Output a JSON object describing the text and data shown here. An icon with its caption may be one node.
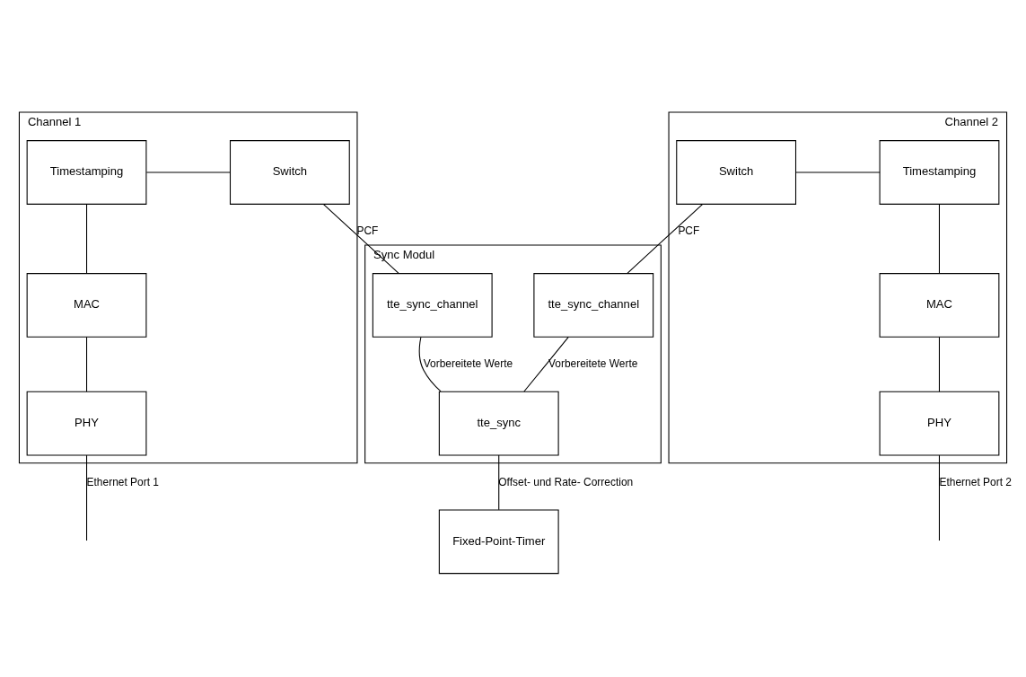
{
  "diagram": {
    "nodes": [
      {
        "text": [
          "Channel 1"
        ]
      },
      {
        "text": [
          "Timestamping"
        ],
        "in": 0
      },
      {
        "text": [
          "Switch"
        ],
        "in": 0
      },
      {
        "text": [
          "MAC"
        ],
        "in": 0
      },
      {
        "text": [
          "PHY"
        ],
        "in": 0
      },
      {
        "text": [
          "Channel 2"
        ]
      },
      {
        "text": [
          "Switch"
        ],
        "in": 5
      },
      {
        "text": [
          "Timestamping"
        ],
        "in": 5
      },
      {
        "text": [
          "MAC"
        ],
        "in": 5
      },
      {
        "text": [
          "PHY"
        ],
        "in": 5
      },
      {
        "text": [
          "Sync Modul"
        ]
      },
      {
        "text": [
          "tte_sync_channel"
        ],
        "in": 10
      },
      {
        "text": [
          "tte_sync_channel"
        ],
        "in": 10
      },
      {
        "text": [
          "tte_sync"
        ],
        "in": 10
      },
      {
        "text": [
          "Fixed-Point-Timer"
        ]
      }
    ],
    "edges": [
      {
        "from": 1,
        "to": 2,
        "arrow": "none"
      },
      {
        "from": 1,
        "to": 3,
        "arrow": "none"
      },
      {
        "from": 3,
        "to": 4,
        "arrow": "none"
      },
      {
        "from": 4,
        "to": null,
        "arrow": "none",
        "label": "Ethernet Port 1"
      },
      {
        "from": 2,
        "to": 11,
        "arrow": "none",
        "label": "PCF"
      },
      {
        "from": 6,
        "to": 7,
        "arrow": "none"
      },
      {
        "from": 7,
        "to": 8,
        "arrow": "none"
      },
      {
        "from": 8,
        "to": 9,
        "arrow": "none"
      },
      {
        "from": 9,
        "to": null,
        "arrow": "none",
        "label": "Ethernet Port 2"
      },
      {
        "from": 6,
        "to": 12,
        "arrow": "none",
        "label": "PCF"
      },
      {
        "from": 11,
        "to": 13,
        "arrow": "none",
        "label": "Vorbereitete Werte"
      },
      {
        "from": 12,
        "to": 13,
        "arrow": "none",
        "label": "Vorbereitete Werte"
      },
      {
        "from": 13,
        "to": 14,
        "arrow": "none",
        "label": "Offset- und Rate- Correction"
      }
    ]
  }
}
